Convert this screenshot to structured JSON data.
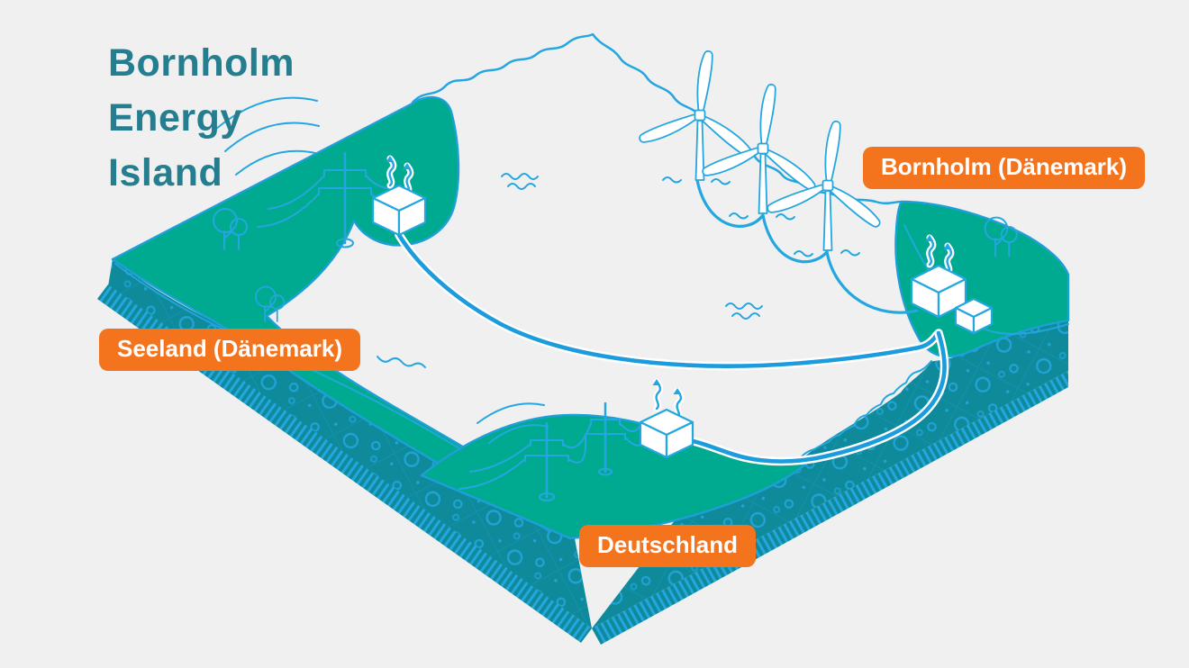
{
  "page": {
    "background": "#F0F0F1"
  },
  "title": {
    "lines": [
      "Bornholm",
      "Energy",
      "Island"
    ],
    "color": "#257E8F"
  },
  "region_labels": [
    {
      "id": "bornholm",
      "text": "Bornholm (Dänemark)"
    },
    {
      "id": "seeland",
      "text": "Seeland (Dänemark)"
    },
    {
      "id": "deutschland",
      "text": "Deutschland"
    }
  ],
  "colors": {
    "label_background": "#F4741D",
    "label_text": "#FFFFFF",
    "land_green": "#00AA90",
    "seabed_teal": "#0E8A9B",
    "line_blue": "#24A7E0",
    "cable_blue": "#1C9CDC",
    "title_teal": "#257E8F",
    "background": "#F0F0F1"
  },
  "illustration": {
    "wind_turbine_count": 3,
    "substation_count": 3,
    "pylon_count": 3,
    "elements": [
      "offshore-wind-turbines",
      "subsea-cables",
      "substations",
      "power-pylons",
      "trees",
      "sea-waves",
      "seabed-cross-section"
    ]
  }
}
